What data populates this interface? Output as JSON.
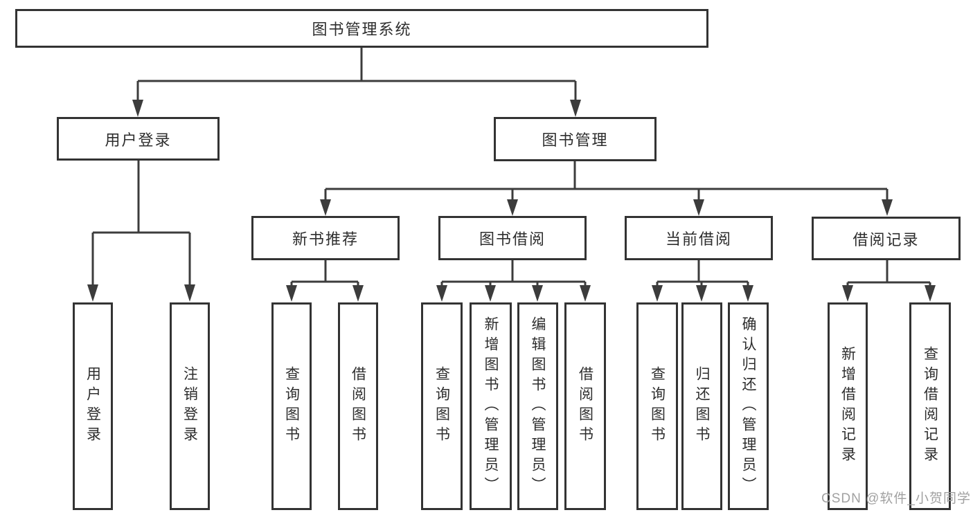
{
  "diagram": {
    "title": "图书管理系统",
    "level2": [
      {
        "label": "用户登录",
        "parent": "图书管理系统"
      },
      {
        "label": "图书管理",
        "parent": "图书管理系统"
      }
    ],
    "level3": [
      {
        "label": "新书推荐",
        "parent": "图书管理"
      },
      {
        "label": "图书借阅",
        "parent": "图书管理"
      },
      {
        "label": "当前借阅",
        "parent": "图书管理"
      },
      {
        "label": "借阅记录",
        "parent": "图书管理"
      }
    ],
    "leaves": [
      {
        "label": "用户登录",
        "parent": "用户登录"
      },
      {
        "label": "注销登录",
        "parent": "用户登录"
      },
      {
        "label": "查询图书",
        "parent": "新书推荐"
      },
      {
        "label": "借阅图书",
        "parent": "新书推荐"
      },
      {
        "label": "查询图书",
        "parent": "图书借阅"
      },
      {
        "label": "新增图书（管理员）",
        "parent": "图书借阅"
      },
      {
        "label": "编辑图书（管理员）",
        "parent": "图书借阅"
      },
      {
        "label": "借阅图书",
        "parent": "图书借阅"
      },
      {
        "label": "查询图书",
        "parent": "当前借阅"
      },
      {
        "label": "归还图书",
        "parent": "当前借阅"
      },
      {
        "label": "确认归还（管理员）",
        "parent": "当前借阅"
      },
      {
        "label": "新增借阅记录",
        "parent": "借阅记录"
      },
      {
        "label": "查询借阅记录",
        "parent": "借阅记录"
      }
    ],
    "colors": {
      "line": "#3c3c3c",
      "border": "#333333",
      "text": "#2d2d2d",
      "watermark": "#a1a1a1",
      "background": "#ffffff"
    },
    "watermark": "CSDN @软件_小贺同学"
  }
}
